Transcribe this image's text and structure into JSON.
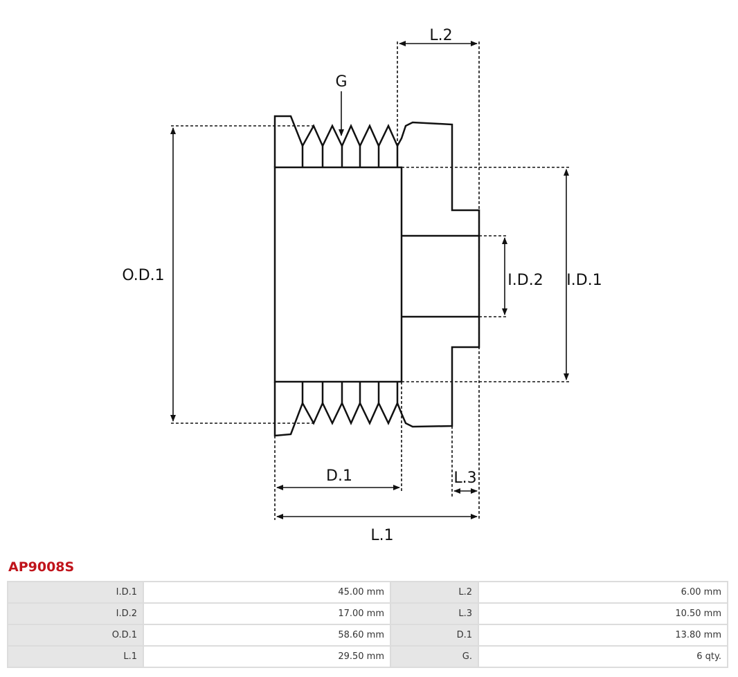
{
  "diagram": {
    "labels": {
      "l2": "L.2",
      "g": "G",
      "od1": "O.D.1",
      "id2": "I.D.2",
      "id1": "I.D.1",
      "d1": "D.1",
      "l3": "L.3",
      "l1": "L.1"
    }
  },
  "product": {
    "code": "AP9008S"
  },
  "specs": [
    {
      "label_a": "I.D.1",
      "value_a": "45.00 mm",
      "label_b": "L.2",
      "value_b": "6.00 mm"
    },
    {
      "label_a": "I.D.2",
      "value_a": "17.00 mm",
      "label_b": "L.3",
      "value_b": "10.50 mm"
    },
    {
      "label_a": "O.D.1",
      "value_a": "58.60 mm",
      "label_b": "D.1",
      "value_b": "13.80 mm"
    },
    {
      "label_a": "L.1",
      "value_a": "29.50 mm",
      "label_b": "G.",
      "value_b": "6 qty."
    }
  ],
  "colors": {
    "accent": "#c0141b",
    "line": "#111111"
  }
}
